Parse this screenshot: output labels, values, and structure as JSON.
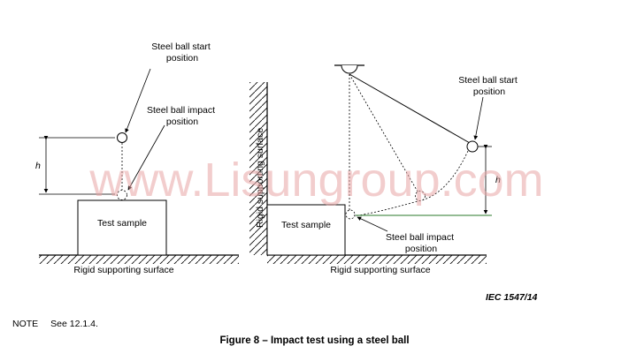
{
  "labels": {
    "left_start": [
      "Steel ball start",
      "position"
    ],
    "left_impact": [
      "Steel ball impact",
      "position"
    ],
    "left_h": "h",
    "left_sample": "Test sample",
    "left_surface": "Rigid supporting surface",
    "right_wall": "Rigid supporting surface",
    "right_sample": "Test sample",
    "right_surface": "Rigid supporting surface",
    "right_start": [
      "Steel ball start",
      "position"
    ],
    "right_impact": [
      "Steel ball impact",
      "position"
    ],
    "right_h": "h",
    "iec_ref": "IEC   1547/14"
  },
  "watermark": "www.Lisungroup.com",
  "note": {
    "label": "NOTE",
    "text": "See 12.1.4."
  },
  "caption": "Figure 8 – Impact test using a steel ball",
  "colors": {
    "watermark": "#e8a6a6",
    "ink": "#000000"
  }
}
